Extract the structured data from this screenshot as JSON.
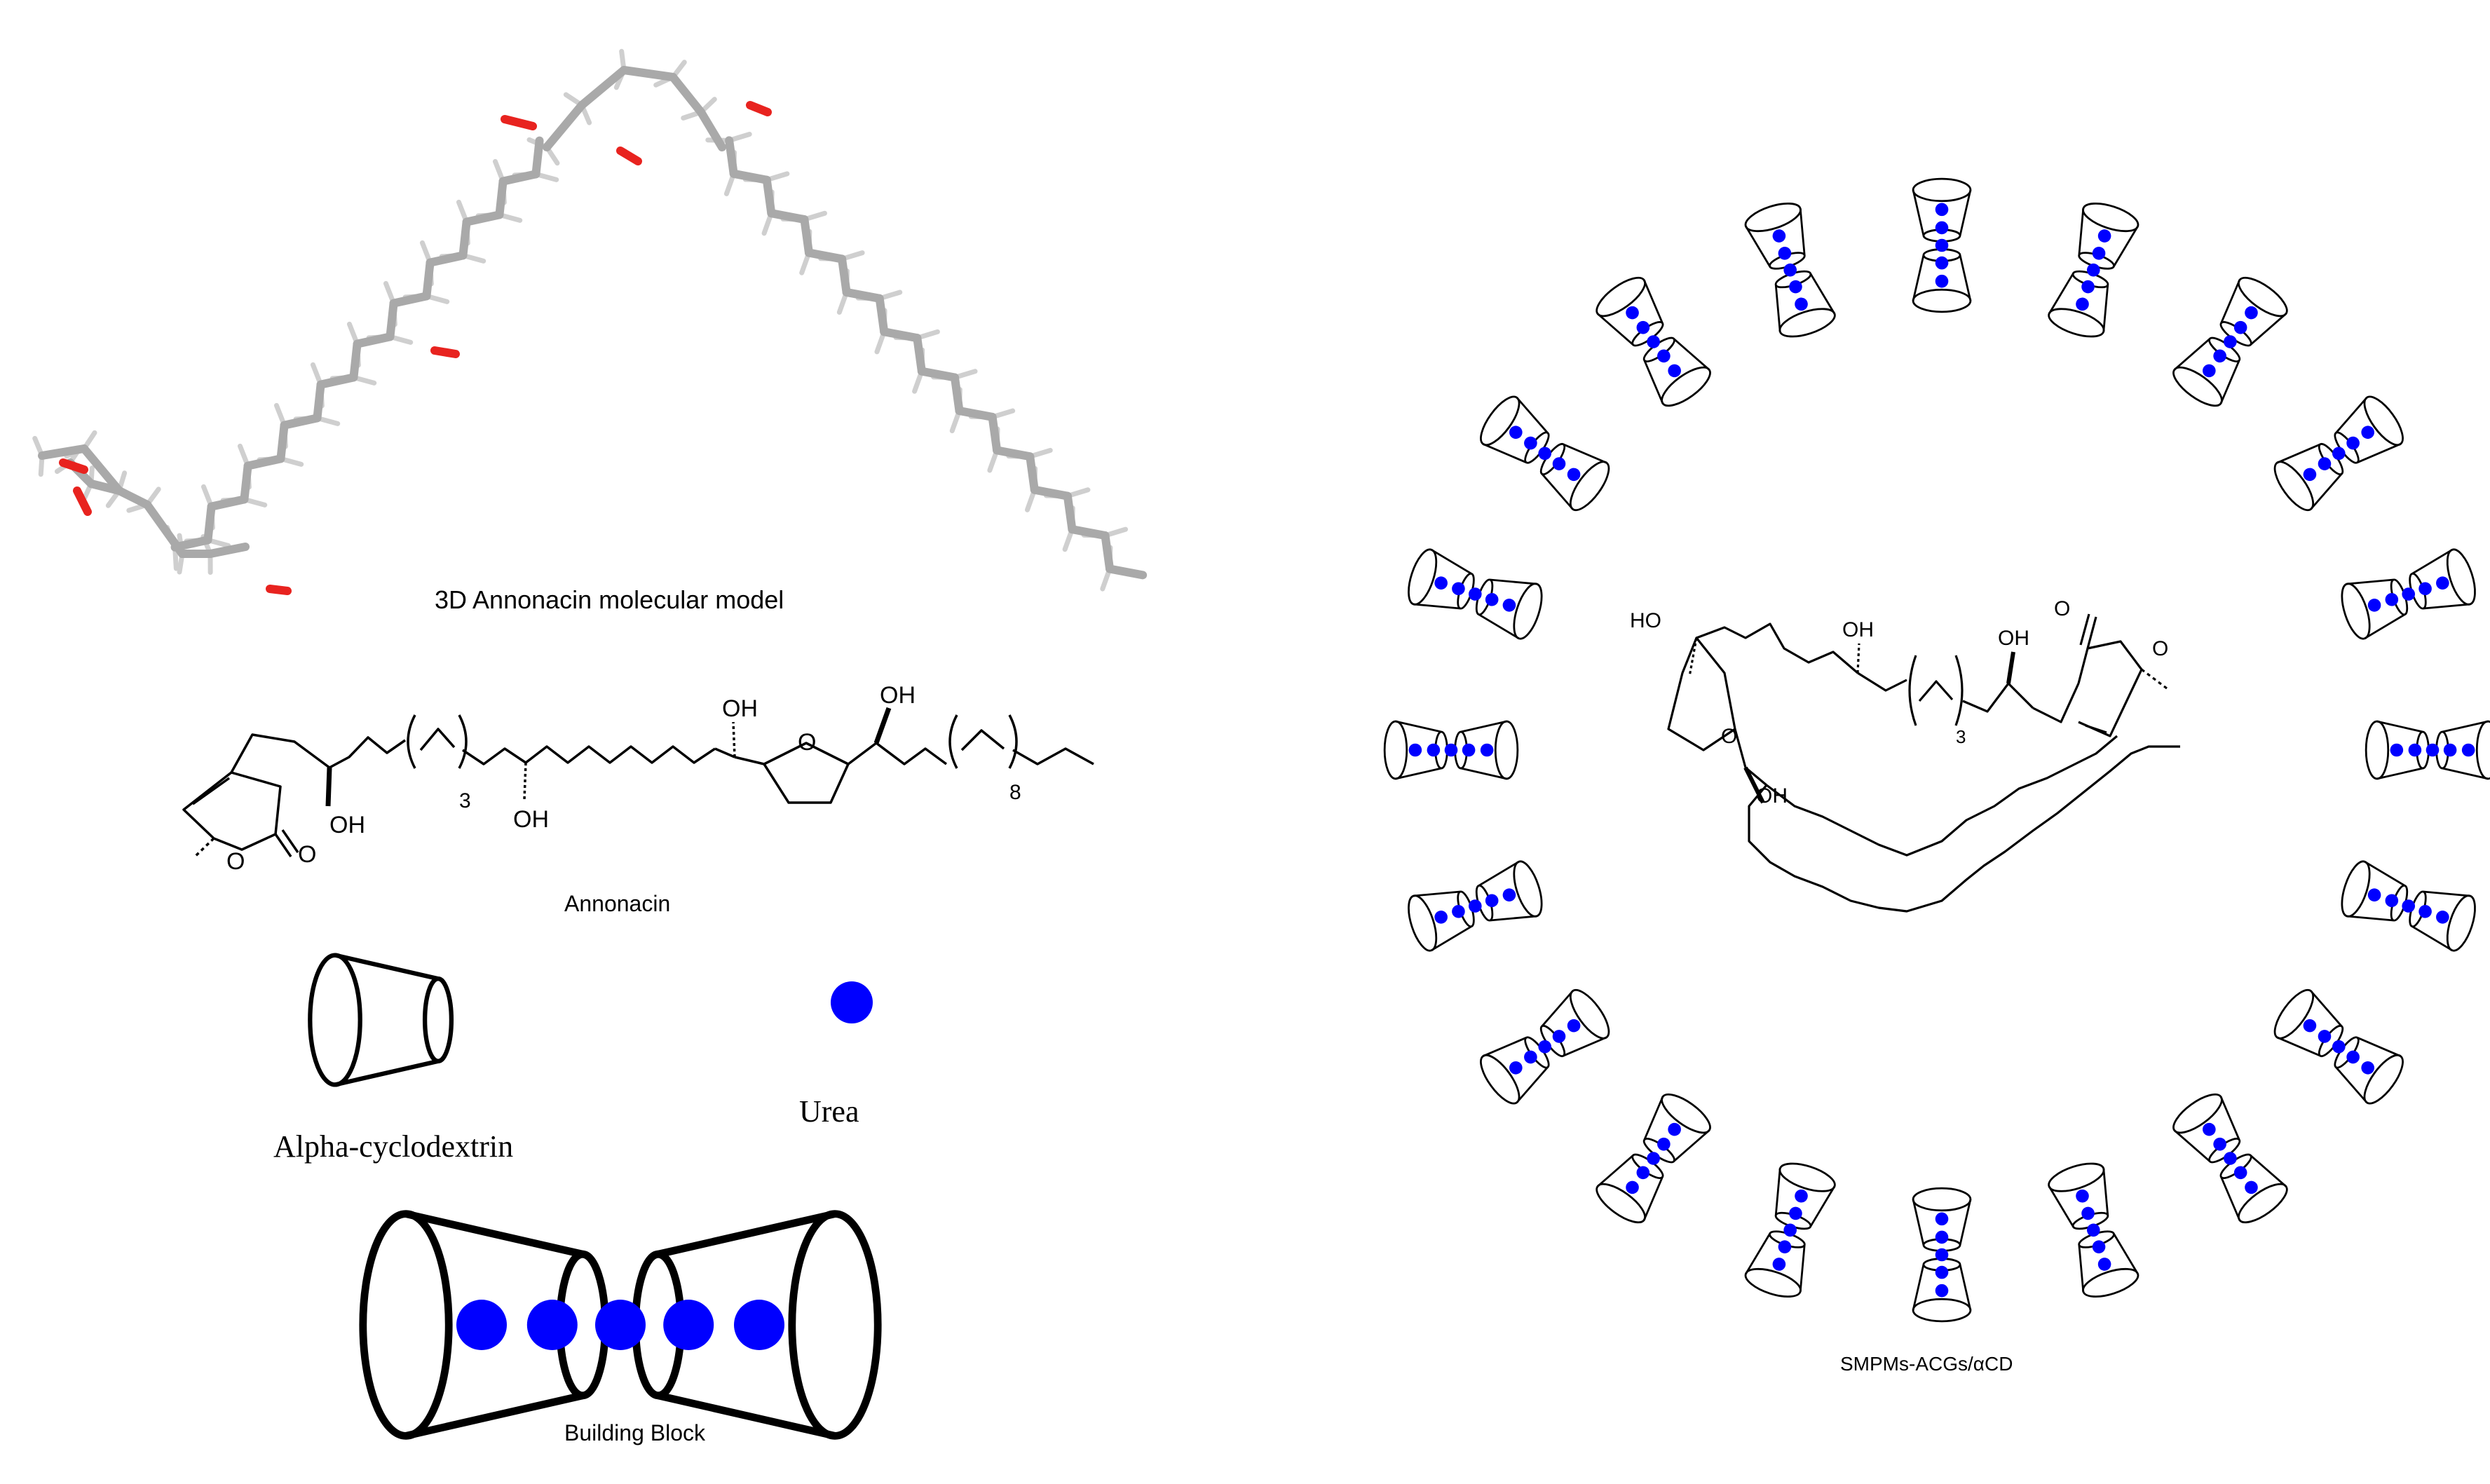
{
  "labels": {
    "model_3d": "3D  Annonacin molecular model",
    "annonacin": "Annonacin",
    "alpha_cd": "Alpha-cyclodextrin",
    "urea": "Urea",
    "building_block": "Building Block",
    "smpms": "SMPMs-ACGs/αCD"
  },
  "left_molecule": {
    "oh": "OH",
    "sub_3": "3",
    "sub_8": "8",
    "o_ring": "O",
    "o_lactone": "O",
    "o_carbonyl": "O"
  },
  "center_molecule": {
    "ho": "HO",
    "oh": "OH",
    "sub_3": "3",
    "o": "O"
  },
  "colors": {
    "urea": "#0000ff",
    "oxygen_3d": "#e8231f",
    "carbon_3d": "#a9a9a9",
    "hydrogen_3d": "#cfcfcf"
  },
  "ring": {
    "building_block_count": 20
  }
}
